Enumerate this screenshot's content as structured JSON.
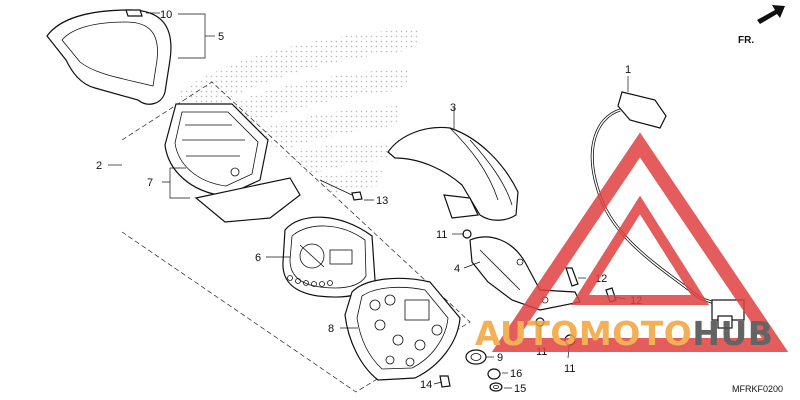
{
  "callouts": [
    "1",
    "2",
    "3",
    "4",
    "5",
    "6",
    "7",
    "8",
    "9",
    "10",
    "11",
    "11",
    "11",
    "12",
    "12",
    "13",
    "14",
    "15",
    "16"
  ],
  "direction_label": "FR.",
  "diagram_code": "MFRKF0200",
  "watermark": {
    "text_orange": "AUTOMOTO",
    "text_dark": "HUB",
    "color_orange": "#f2a33a",
    "color_dark": "#4a4a4a",
    "color_red": "#e04040"
  }
}
